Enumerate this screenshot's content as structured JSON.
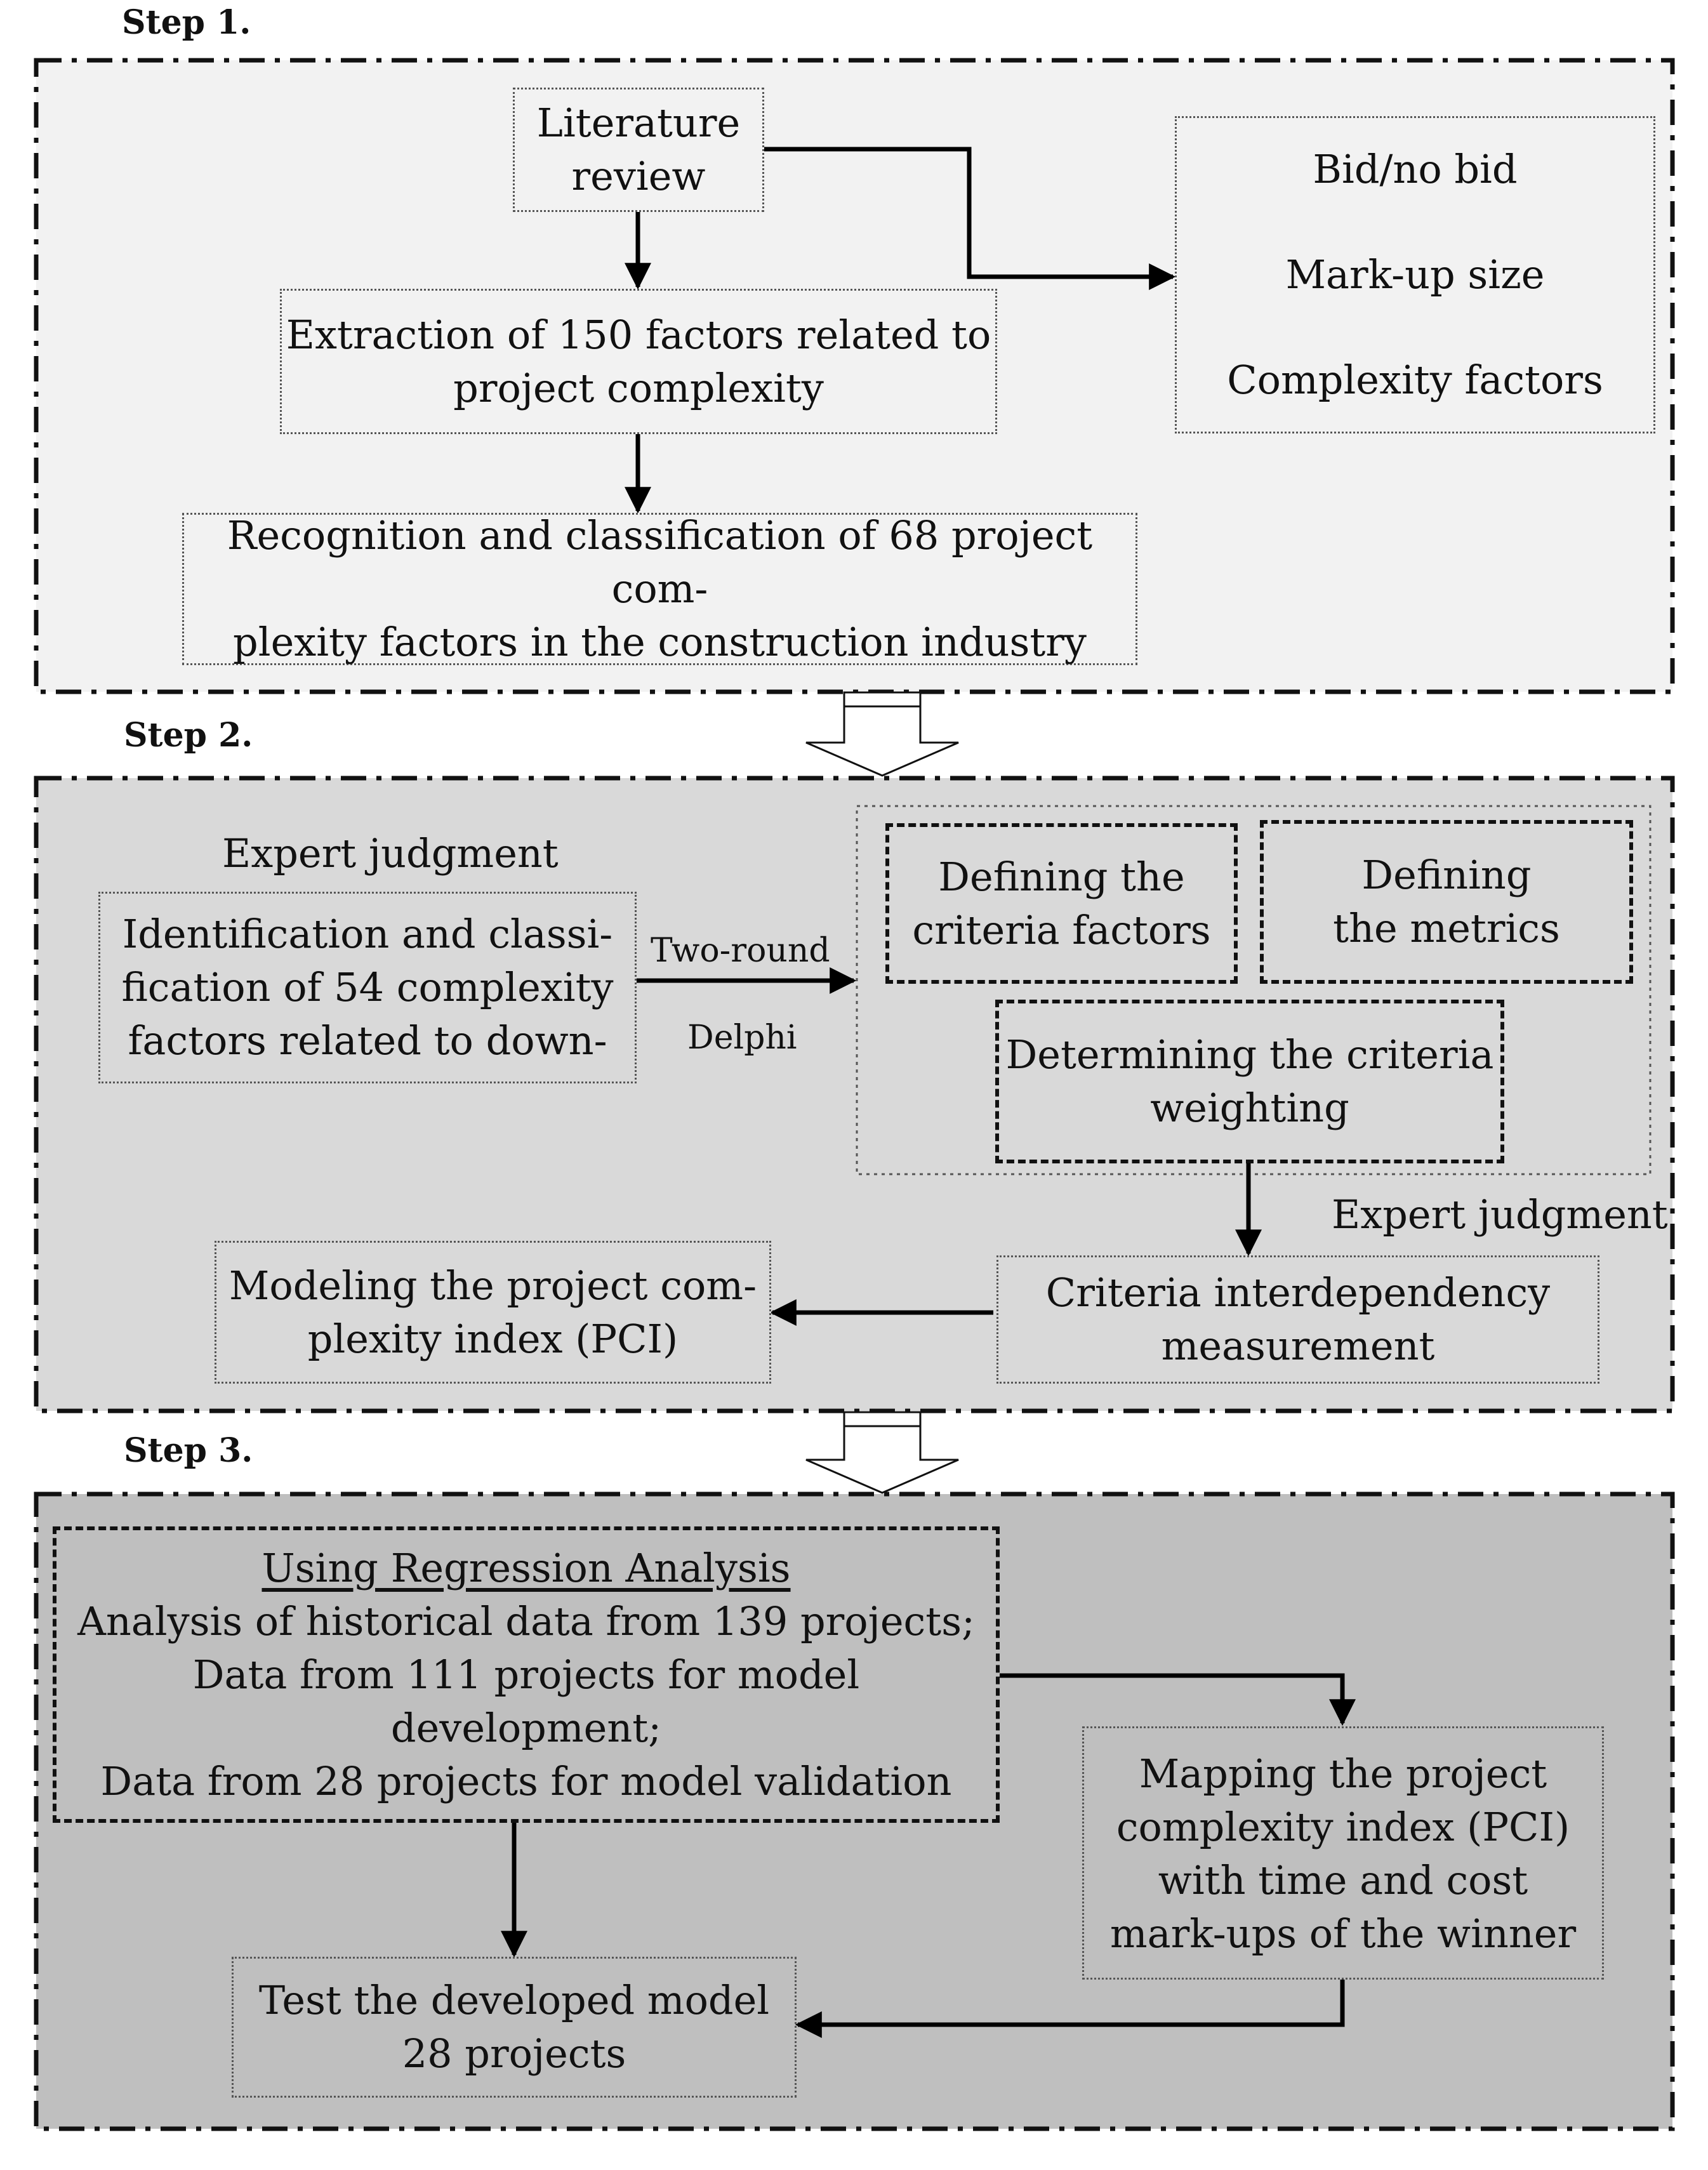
{
  "step1": {
    "label": "Step 1.",
    "literature": [
      "Literature",
      "review"
    ],
    "extraction": [
      "Extraction of 150 factors related to",
      "project complexity"
    ],
    "recognition": [
      "Recognition and classification of 68 project com-",
      "plexity factors in the construction industry"
    ],
    "outputs": [
      "Bid/no bid",
      "Mark-up size",
      "Complexity factors"
    ]
  },
  "step2": {
    "label": "Step 2.",
    "expert_top": "Expert judgment",
    "identification": [
      "Identification and classi-",
      "fication of 54 complexity",
      "factors related to down-"
    ],
    "delphi_top": "Two-round",
    "delphi_bottom": "Delphi",
    "criteria_factors": [
      "Defining the",
      "criteria factors"
    ],
    "metrics": [
      "Defining",
      "the metrics"
    ],
    "weighting": [
      "Determining the criteria",
      "weighting"
    ],
    "expert_right": "Expert judgment",
    "interdependency": [
      "Criteria interdependency",
      "measurement"
    ],
    "modeling": [
      "Modeling the project com-",
      "plexity index (PCI)"
    ]
  },
  "step3": {
    "label": "Step 3.",
    "regression_heading": "Using Regression Analysis",
    "regression_lines": [
      "Analysis of historical data from 139 projects;",
      "Data from 111 projects for model development;",
      "Data from 28 projects for model validation"
    ],
    "mapping": [
      "Mapping the project",
      "complexity index (PCI)",
      "with time and cost",
      "mark-ups of the winner"
    ],
    "test": [
      "Test the developed model",
      "28 projects"
    ]
  }
}
